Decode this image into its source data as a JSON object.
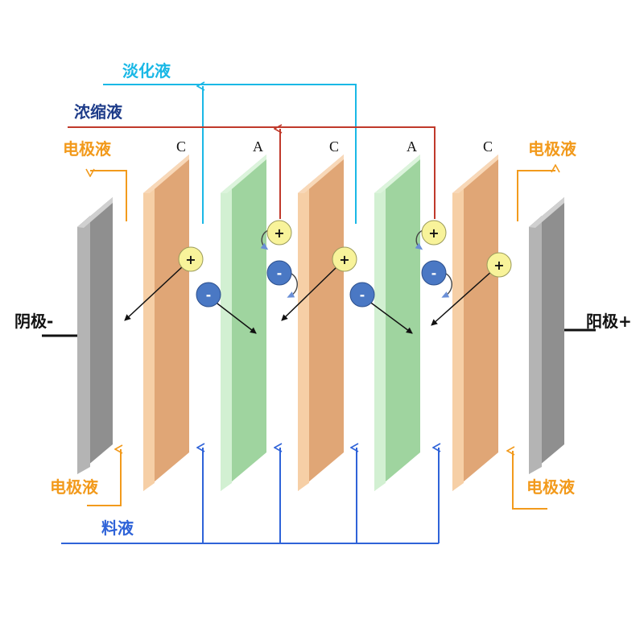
{
  "labels": {
    "dilute": "淡化液",
    "concentrate": "浓缩液",
    "electrode_top_left": "电极液",
    "electrode_top_right": "电极液",
    "electrode_bottom_left": "电极液",
    "electrode_bottom_right": "电极液",
    "feed": "料液",
    "cathode": "阴极-",
    "anode": "阳极+"
  },
  "membranes": {
    "m1": "C",
    "m2": "A",
    "m3": "C",
    "m4": "A",
    "m5": "C"
  },
  "ions": {
    "cation": "+",
    "anion": "-"
  },
  "colors": {
    "dilute": "#1ab8e6",
    "concentrate": "#c0392b",
    "concentrate_label": "#1f3d8a",
    "electrode": "#f29a1c",
    "feed": "#2f63d8",
    "cation_membrane": "#f2c9a0",
    "anion_membrane": "#b9e6b9",
    "electrode_plate": "#b8b8b8",
    "cation_ion": "#f8f39a",
    "anion_ion": "#4a78c4"
  }
}
